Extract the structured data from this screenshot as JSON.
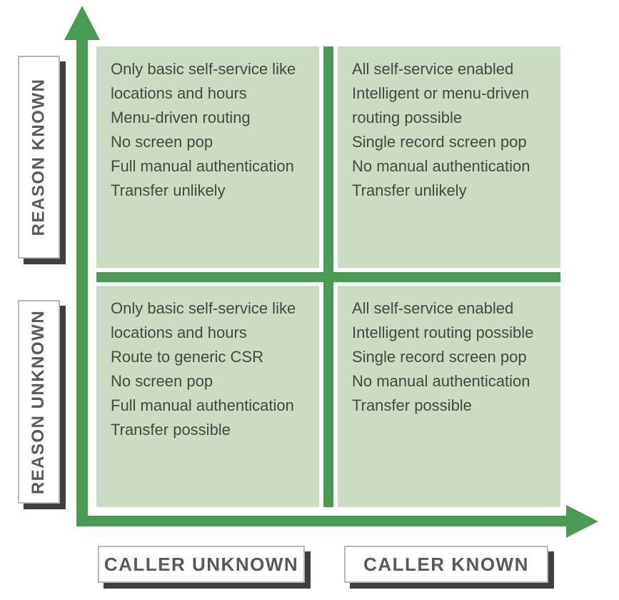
{
  "colors": {
    "axis_green": "#4a9b52",
    "quadrant_fill": "#ccdcc3",
    "quadrant_text": "#3f4c42",
    "label_text": "#58595b",
    "label_border": "#b6b7b9",
    "label_shadow": "#3e3f41",
    "background": "#ffffff"
  },
  "y_axis": {
    "top_label": "REASON KNOWN",
    "bottom_label": "REASON UNKNOWN"
  },
  "x_axis": {
    "left_label": "CALLER UNKNOWN",
    "right_label": "CALLER KNOWN"
  },
  "quadrants": [
    {
      "position": "top-left",
      "x_condition": "CALLER UNKNOWN",
      "y_condition": "REASON KNOWN",
      "lines": [
        "Only basic self-service like",
        "locations and hours",
        "Menu-driven routing",
        "No screen pop",
        "Full manual authentication",
        "Transfer unlikely"
      ]
    },
    {
      "position": "top-right",
      "x_condition": "CALLER KNOWN",
      "y_condition": "REASON KNOWN",
      "lines": [
        "All self-service enabled",
        "Intelligent or menu-driven",
        "routing possible",
        "Single record screen pop",
        "No manual authentication",
        "Transfer unlikely"
      ]
    },
    {
      "position": "bottom-left",
      "x_condition": "CALLER UNKNOWN",
      "y_condition": "REASON UNKNOWN",
      "lines": [
        "Only basic self-service like",
        "locations and hours",
        "Route to generic CSR",
        "No screen pop",
        "Full manual authentication",
        "Transfer possible"
      ]
    },
    {
      "position": "bottom-right",
      "x_condition": "CALLER KNOWN",
      "y_condition": "REASON UNKNOWN",
      "lines": [
        "All self-service enabled",
        "Intelligent routing possible",
        "Single record screen pop",
        "No manual authentication",
        "Transfer possible"
      ]
    }
  ]
}
